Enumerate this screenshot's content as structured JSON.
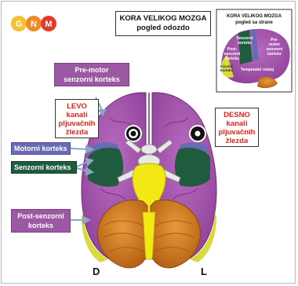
{
  "logo": {
    "letters": [
      "G",
      "N",
      "M"
    ],
    "colors": [
      "#f2c230",
      "#ef8a2a",
      "#e23a2a"
    ]
  },
  "title": {
    "line1": "KORA VELIKOG MOZGA",
    "line2": "pogled odozdo"
  },
  "inset": {
    "title_line1": "KORA VELIKOG MOZGA",
    "title_line2": "pogled sa strane",
    "labels": {
      "senzorni_line1": "Senzorni",
      "senzorni_line2": "korteks",
      "post_line1": "Post-",
      "post_line2": "senzorni",
      "post_line3": "korteks",
      "premotor_line1": "Pre-",
      "premotor_line2": "motor",
      "premotor_line3": "senzorni",
      "premotor_line4": "korteks",
      "vizuelni_line1": "Vizuelni",
      "vizuelni_line2": "korteks",
      "temporal": "Temporalni režanj"
    }
  },
  "labels": {
    "premotor_line1": "Pre-motor",
    "premotor_line2": "senzorni korteks",
    "levo_line1": "LEVO",
    "levo_line2": "kanali",
    "levo_line3": "pljuvačnih",
    "levo_line4": "žlezda",
    "desno_line1": "DESNO",
    "desno_line2": "kanali",
    "desno_line3": "pljuvačnih",
    "desno_line4": "žlezda",
    "motorni": "Motorni korteks",
    "senzorni": "Senzorni korteks",
    "postsenzorni_line1": "Post-senzorni",
    "postsenzorni_line2": "korteks"
  },
  "corners": {
    "left": "D",
    "right": "L"
  },
  "colors": {
    "cortex_purple": "#a455ad",
    "motor_blue": "#6a6bb5",
    "sensory_green": "#1f5c3d",
    "cerebellum_orange": "#d2781d",
    "brainstem_yellow": "#f2e816",
    "label_red": "#e2231a"
  }
}
